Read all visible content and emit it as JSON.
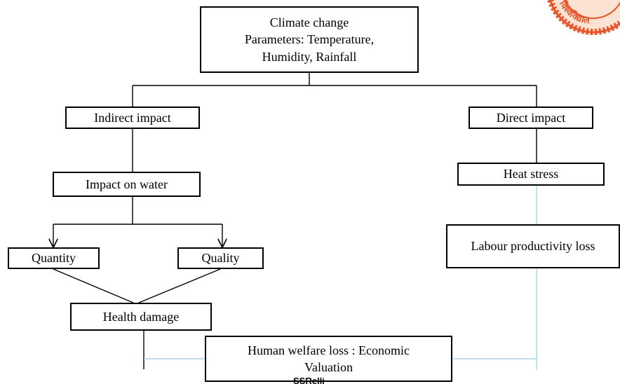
{
  "diagram": {
    "root": {
      "line1": "Climate change",
      "line2": "Parameters: Temperature,",
      "line3": "Humidity, Rainfall"
    },
    "indirect_impact": "Indirect impact",
    "direct_impact": "Direct impact",
    "impact_on_water": "Impact on water",
    "heat_stress": "Heat stress",
    "quantity": "Quantity",
    "quality": "Quality",
    "labour_productivity_loss": "Labour productivity loss",
    "health_damage": "Health damage",
    "welfare": {
      "line1": "Human welfare loss : Economic",
      "line2": "Valuation"
    }
  },
  "seal": {
    "text": "यपुर विश्वविद्याल",
    "color": "#e8542a"
  },
  "footer": {
    "text": "SSRelli"
  },
  "colors": {
    "connector": "#000000",
    "light_connector": "#a8d4e6"
  }
}
